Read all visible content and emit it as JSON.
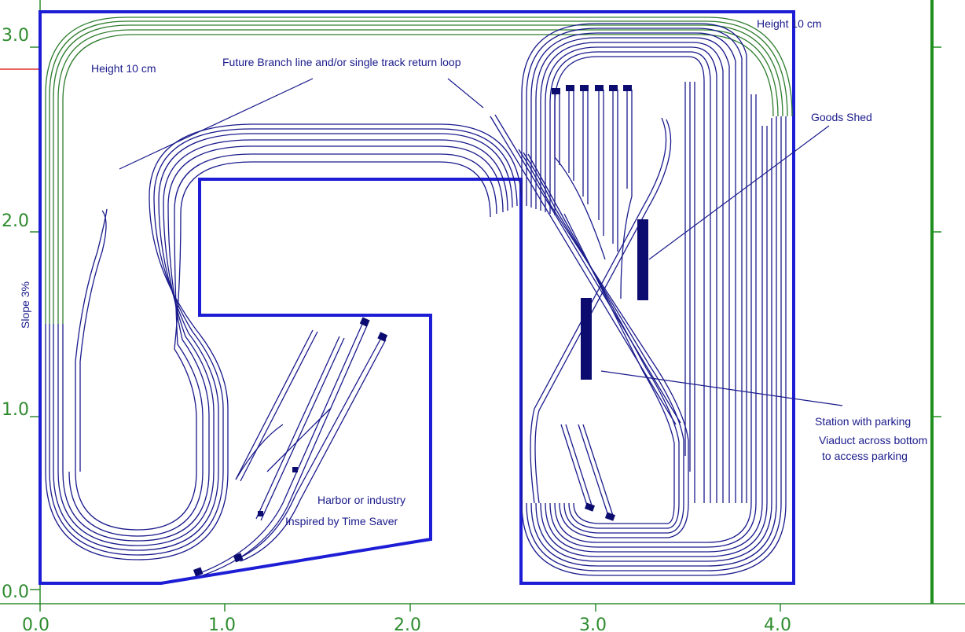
{
  "axes": {
    "x_ticks": [
      "0.0",
      "1.0",
      "2.0",
      "3.0",
      "4.0"
    ],
    "y_ticks": [
      "0.0",
      "1.0",
      "2.0",
      "3.0"
    ]
  },
  "annotations": {
    "height_left": "Height 10 cm",
    "height_right": "Height 10 cm",
    "future_branch": "Future Branch line and/or single track return loop",
    "goods_shed": "Goods Shed",
    "slope": "Slope 3%",
    "station_parking": "Station with parking",
    "viaduct_line1": "Viaduct across bottom",
    "viaduct_line2": "to access parking",
    "harbor": "Harbor or industry",
    "time_saver": "Inspired by Time Saver"
  },
  "colors": {
    "track": "#1a1a8c",
    "grade_track": "#2e7d2e",
    "baseboard_outline": "#1d1dd6",
    "axis": "#2e8b2e",
    "marker": "#e03030"
  }
}
